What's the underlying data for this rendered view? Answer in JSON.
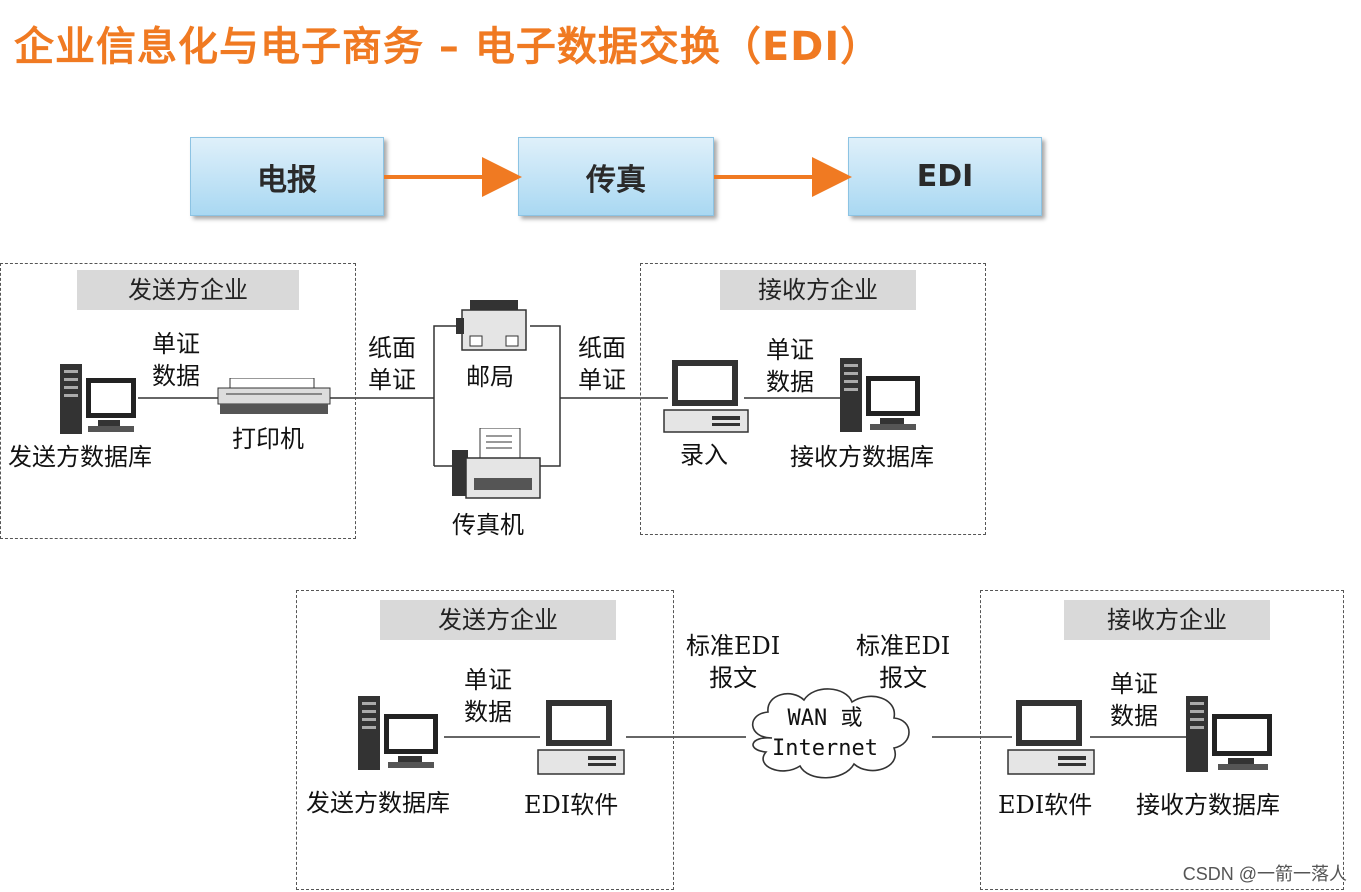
{
  "title": "企业信息化与电子商务 – 电子数据交换（EDI）",
  "stages": [
    "电报",
    "传真",
    "EDI"
  ],
  "traditional": {
    "sender_label": "发送方企业",
    "receiver_label": "接收方企业",
    "sender_db": "发送方数据库",
    "printer": "打印机",
    "doc_left_1": "单证",
    "doc_left_2": "数据",
    "paper_left_1": "纸面",
    "paper_left_2": "单证",
    "post_office": "邮局",
    "fax_machine": "传真机",
    "paper_right_1": "纸面",
    "paper_right_2": "单证",
    "entry": "录入",
    "doc_right_1": "单证",
    "doc_right_2": "数据",
    "receiver_db": "接收方数据库"
  },
  "edi": {
    "sender_label": "发送方企业",
    "receiver_label": "接收方企业",
    "doc_left_1": "单证",
    "doc_left_2": "数据",
    "sender_db": "发送方数据库",
    "edi_software_left": "EDI软件",
    "std_left_1": "标准EDI",
    "std_left_2": "报文",
    "cloud_1": "WAN 或",
    "cloud_2": "Internet",
    "std_right_1": "标准EDI",
    "std_right_2": "报文",
    "doc_right_1": "单证",
    "doc_right_2": "数据",
    "edi_software_right": "EDI软件",
    "receiver_db": "接收方数据库"
  },
  "watermark": "CSDN @一箭一落人",
  "colors": {
    "title": "#f07a22",
    "arrow": "#f07a22",
    "stage_fill": "#a9d8f2"
  },
  "icons": [
    "server-computer-icon",
    "printer-icon",
    "post-office-icon",
    "fax-icon",
    "desktop-computer-icon",
    "cloud-icon"
  ]
}
